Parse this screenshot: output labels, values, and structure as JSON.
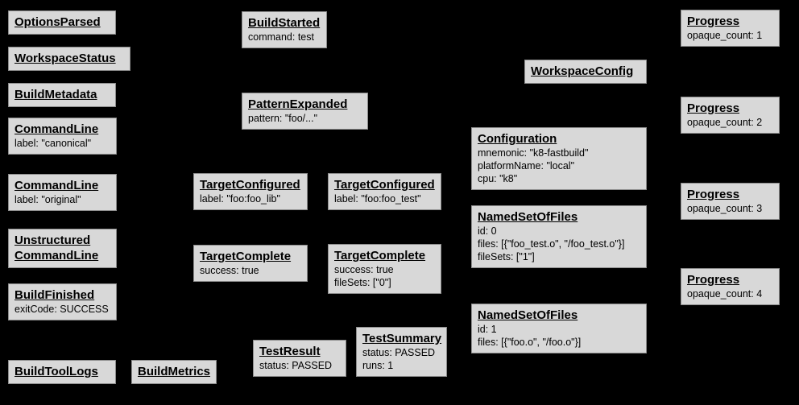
{
  "diagram": {
    "background_color": "#000000",
    "node_fill_color": "#d8d8d8",
    "node_border_color": "#8c8c8c",
    "node_text_color": "#000000"
  },
  "nodes": [
    {
      "title": "OptionsParsed",
      "lines": []
    },
    {
      "title": "WorkspaceStatus",
      "lines": []
    },
    {
      "title": "BuildMetadata",
      "lines": []
    },
    {
      "title": "CommandLine",
      "lines": [
        "label: \"canonical\""
      ]
    },
    {
      "title": "CommandLine",
      "lines": [
        "label: \"original\""
      ]
    },
    {
      "title": "Unstructured\nCommandLine",
      "lines": []
    },
    {
      "title": "BuildFinished",
      "lines": [
        "exitCode: SUCCESS"
      ]
    },
    {
      "title": "BuildToolLogs",
      "lines": []
    },
    {
      "title": "BuildMetrics",
      "lines": []
    },
    {
      "title": "BuildStarted",
      "lines": [
        "command: test"
      ]
    },
    {
      "title": "PatternExpanded",
      "lines": [
        "pattern: \"foo/...\""
      ]
    },
    {
      "title": "TargetConfigured",
      "lines": [
        "label: \"foo:foo_lib\""
      ]
    },
    {
      "title": "TargetConfigured",
      "lines": [
        "label: \"foo:foo_test\""
      ]
    },
    {
      "title": "TargetComplete",
      "lines": [
        "success: true"
      ]
    },
    {
      "title": "TargetComplete",
      "lines": [
        "success: true",
        "fileSets: [\"0\"]"
      ]
    },
    {
      "title": "TestResult",
      "lines": [
        "status: PASSED"
      ]
    },
    {
      "title": "TestSummary",
      "lines": [
        "status: PASSED",
        "runs: 1"
      ]
    },
    {
      "title": "WorkspaceConfig",
      "lines": []
    },
    {
      "title": "Configuration",
      "lines": [
        "mnemonic: \"k8-fastbuild\"",
        "platformName: \"local\"",
        "cpu: \"k8\""
      ]
    },
    {
      "title": "NamedSetOfFiles",
      "lines": [
        "id: 0",
        "files: [{\"foo_test.o\", \"/foo_test.o\"}]",
        "fileSets: [\"1\"]"
      ]
    },
    {
      "title": "NamedSetOfFiles",
      "lines": [
        "id: 1",
        "files: [{\"foo.o\", \"/foo.o\"}]"
      ]
    },
    {
      "title": "Progress",
      "lines": [
        "opaque_count: 1"
      ]
    },
    {
      "title": "Progress",
      "lines": [
        "opaque_count: 2"
      ]
    },
    {
      "title": "Progress",
      "lines": [
        "opaque_count: 3"
      ]
    },
    {
      "title": "Progress",
      "lines": [
        "opaque_count: 4"
      ]
    }
  ]
}
